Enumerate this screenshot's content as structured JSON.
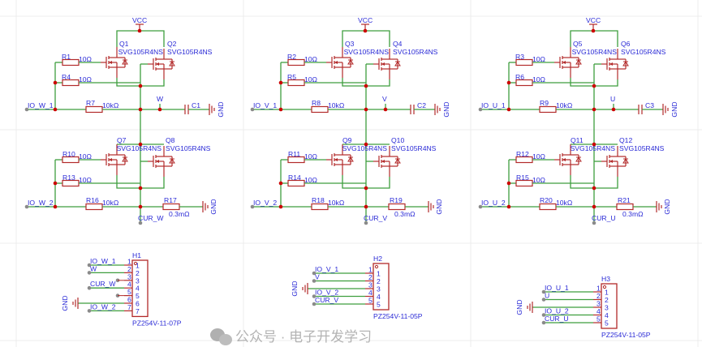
{
  "colors": {
    "wire": "#3e9e3e",
    "part": "#b22a2a",
    "text": "#2a2ad6",
    "junction": "#cc0000",
    "pin": "#8a8a8a",
    "grid": "#ececec"
  },
  "phases": [
    {
      "vcc": "VCC",
      "part": "SVG105R4NS",
      "q_top": [
        "Q1",
        "Q2"
      ],
      "q_bot": [
        "Q7",
        "Q8"
      ],
      "r_gate_top": [
        {
          "ref": "R1",
          "value": "10Ω"
        },
        {
          "ref": "R4",
          "value": "10Ω"
        }
      ],
      "r_pull_top": {
        "ref": "R7",
        "value": "10kΩ"
      },
      "io1": "IO_W_1",
      "out_net": "W",
      "cap": "C1",
      "gnd": "GND",
      "r_gate_bot": [
        {
          "ref": "R10",
          "value": "10Ω"
        },
        {
          "ref": "R13",
          "value": "10Ω"
        }
      ],
      "r_pull_bot": {
        "ref": "R16",
        "value": "10kΩ"
      },
      "io2": "IO_W_2",
      "r_sense": {
        "ref": "R17",
        "value": "0.3mΩ"
      },
      "cur_net": "CUR_W"
    },
    {
      "vcc": "VCC",
      "part": "SVG105R4NS",
      "q_top": [
        "Q3",
        "Q4"
      ],
      "q_bot": [
        "Q9",
        "Q10"
      ],
      "r_gate_top": [
        {
          "ref": "R2",
          "value": "10Ω"
        },
        {
          "ref": "R5",
          "value": "10Ω"
        }
      ],
      "r_pull_top": {
        "ref": "R8",
        "value": "10kΩ"
      },
      "io1": "IO_V_1",
      "out_net": "V",
      "cap": "C2",
      "gnd": "GND",
      "r_gate_bot": [
        {
          "ref": "R11",
          "value": "10Ω"
        },
        {
          "ref": "R14",
          "value": "10Ω"
        }
      ],
      "r_pull_bot": {
        "ref": "R18",
        "value": "10kΩ"
      },
      "io2": "IO_V_2",
      "r_sense": {
        "ref": "R19",
        "value": "0.3mΩ"
      },
      "cur_net": "CUR_V"
    },
    {
      "vcc": "VCC",
      "part": "SVG105R4NS",
      "q_top": [
        "Q5",
        "Q6"
      ],
      "q_bot": [
        "Q11",
        "Q12"
      ],
      "r_gate_top": [
        {
          "ref": "R3",
          "value": "10Ω"
        },
        {
          "ref": "R6",
          "value": "10Ω"
        }
      ],
      "r_pull_top": {
        "ref": "R9",
        "value": "10kΩ"
      },
      "io1": "IO_U_1",
      "out_net": "U",
      "cap": "C3",
      "gnd": "GND",
      "r_gate_bot": [
        {
          "ref": "R12",
          "value": "10Ω"
        },
        {
          "ref": "R15",
          "value": "10Ω"
        }
      ],
      "r_pull_bot": {
        "ref": "R20",
        "value": "10kΩ"
      },
      "io2": "IO_U_2",
      "r_sense": {
        "ref": "R21",
        "value": "0.3mΩ"
      },
      "cur_net": "CUR_U"
    }
  ],
  "headers": [
    {
      "ref": "H1",
      "part": "PZ254V-11-07P",
      "pins": [
        {
          "num": "1",
          "net": "IO_W_1"
        },
        {
          "num": "2",
          "net": "W"
        },
        {
          "num": "3",
          "net": ""
        },
        {
          "num": "4",
          "net": "CUR_W"
        },
        {
          "num": "5",
          "net": ""
        },
        {
          "num": "6",
          "net": "GND"
        },
        {
          "num": "7",
          "net": "IO_W_2"
        }
      ]
    },
    {
      "ref": "H2",
      "part": "PZ254V-11-05P",
      "pins": [
        {
          "num": "1",
          "net": "IO_V_1"
        },
        {
          "num": "2",
          "net": "V"
        },
        {
          "num": "3",
          "net": "GND"
        },
        {
          "num": "4",
          "net": "IO_V_2"
        },
        {
          "num": "5",
          "net": "CUR_V"
        }
      ]
    },
    {
      "ref": "H3",
      "part": "PZ254V-11-05P",
      "pins": [
        {
          "num": "1",
          "net": "IO_U_1"
        },
        {
          "num": "2",
          "net": "U"
        },
        {
          "num": "3",
          "net": "GND"
        },
        {
          "num": "4",
          "net": "IO_U_2"
        },
        {
          "num": "5",
          "net": "CUR_U"
        }
      ]
    }
  ],
  "watermark": {
    "icon": "wechat-icon",
    "text": "公众号 · 电子开发学习"
  }
}
